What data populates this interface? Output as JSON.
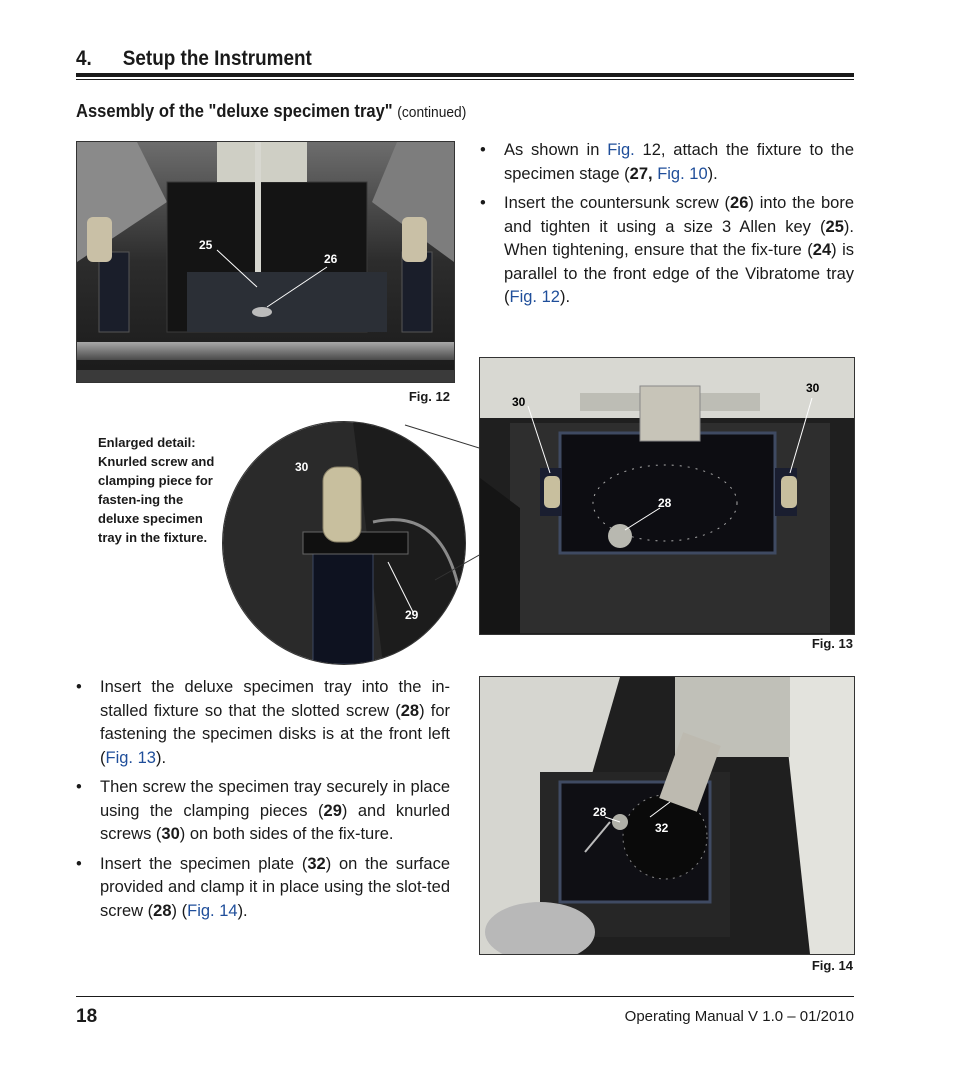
{
  "section": {
    "number": "4.",
    "title": "Setup the Instrument"
  },
  "subheading": {
    "main": "Assembly of the \"deluxe specimen tray\"",
    "continued": "(continued)"
  },
  "bullets_top": [
    {
      "parts": [
        {
          "t": "As shown in "
        },
        {
          "t": "Fig.",
          "link": true
        },
        {
          "t": " 12, attach the fixture to the specimen stage ("
        },
        {
          "t": "27,",
          "b": true
        },
        {
          "t": " "
        },
        {
          "t": "Fig. 10",
          "link": true
        },
        {
          "t": ")."
        }
      ]
    },
    {
      "parts": [
        {
          "t": "Insert the countersunk screw ("
        },
        {
          "t": "26",
          "b": true
        },
        {
          "t": ") into the bore and tighten it using a size 3 Allen key ("
        },
        {
          "t": "25",
          "b": true
        },
        {
          "t": ").  When tightening, ensure that the fix-ture ("
        },
        {
          "t": "24",
          "b": true
        },
        {
          "t": ") is parallel to the front edge of the Vibratome tray ("
        },
        {
          "t": "Fig. 12",
          "link": true
        },
        {
          "t": ")."
        }
      ]
    }
  ],
  "bullets_bottom": [
    {
      "parts": [
        {
          "t": "Insert the deluxe specimen tray into the in-stalled fixture so that the slotted screw ("
        },
        {
          "t": "28",
          "b": true
        },
        {
          "t": ") for fastening the specimen disks is at the front left ("
        },
        {
          "t": "Fig. 13",
          "link": true
        },
        {
          "t": ")."
        }
      ]
    },
    {
      "parts": [
        {
          "t": "Then screw the specimen tray securely in place using the clamping pieces ("
        },
        {
          "t": "29",
          "b": true
        },
        {
          "t": ") and knurled screws ("
        },
        {
          "t": "30",
          "b": true
        },
        {
          "t": ") on both sides of the fix-ture."
        }
      ]
    },
    {
      "parts": [
        {
          "t": "Insert the specimen plate ("
        },
        {
          "t": "32",
          "b": true
        },
        {
          "t": ") on the surface provided and clamp it in place using the slot-ted screw ("
        },
        {
          "t": "28",
          "b": true
        },
        {
          "t": ") ("
        },
        {
          "t": "Fig. 14",
          "link": true
        },
        {
          "t": ")."
        }
      ]
    }
  ],
  "figures": {
    "fig12": {
      "caption": "Fig. 12",
      "labels": [
        "25",
        "26"
      ]
    },
    "fig13": {
      "caption": "Fig. 13",
      "labels": [
        "30",
        "30",
        "28"
      ]
    },
    "fig14": {
      "caption": "Fig. 14",
      "labels": [
        "28",
        "32"
      ]
    },
    "detail": {
      "labels": [
        "30",
        "29"
      ],
      "text": "Enlarged detail: Knurled screw and clamping piece for fasten-ing the deluxe specimen tray in the fixture."
    }
  },
  "footer": {
    "page": "18",
    "manual": "Operating Manual V 1.0 – 01/2010"
  },
  "colors": {
    "link": "#1f4e9a",
    "text": "#1a1a1a"
  }
}
